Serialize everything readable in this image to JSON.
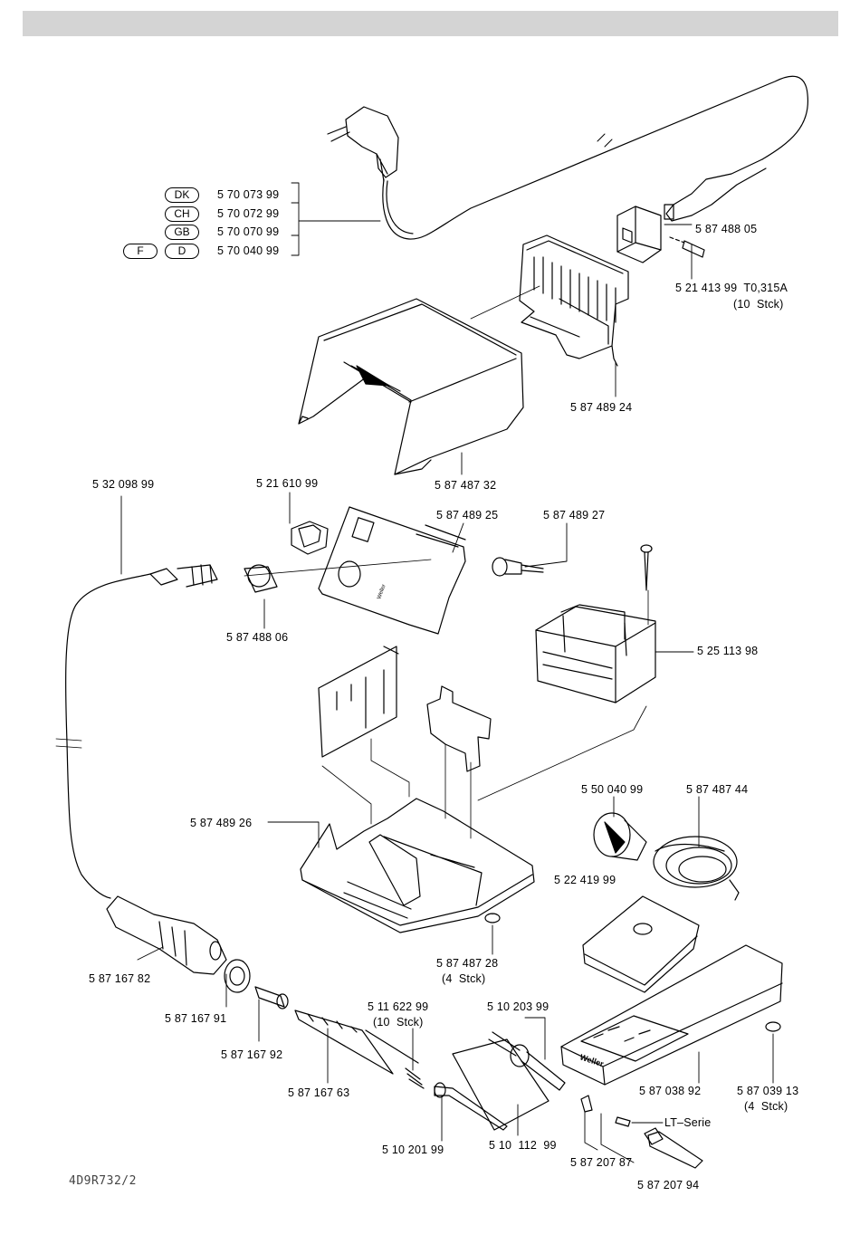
{
  "countries": {
    "dk": "DK",
    "ch": "CH",
    "gb": "GB",
    "f": "F",
    "d": "D"
  },
  "cords": {
    "dk": "5 70 073 99",
    "ch": "5 70 072 99",
    "gb": "5 70 070 99",
    "fd": "5 70 040 99"
  },
  "parts": {
    "socket": "5 87 488 05",
    "fuse": "5 21 413 99  T0,315A",
    "fuse_qty": "(10  Stck)",
    "heatsink": "5 87 489 24",
    "cover": "5 87 487 32",
    "cable": "5 32 098 99",
    "switch": "5 21 610 99",
    "front_panel": "5 87 489 25",
    "pot": "5 87 489 27",
    "socket_connector": "5 87 488 06",
    "transformer": "5 25 113 98",
    "base": "5 87 489 26",
    "sleeve": "5 50 040 99",
    "spiral": "5 87 487 44",
    "sponge": "5 22 419 99",
    "foot": "5 87 487 28",
    "foot_qty": "(4  Stck)",
    "handle": "5 87 167 82",
    "nut": "5 87 167 91",
    "insert": "5 87 167 92",
    "tube_clip": "5 11 622 99",
    "tube_clip_qty": "(10  Stck)",
    "heater": "5 10 203 99",
    "pcb": "5 87 167 63",
    "stand": "5 87 038 92",
    "stand_foot": "5 87 039 13",
    "stand_foot_qty": "(4  Stck)",
    "element": "5 10 201 99",
    "sensor": "5 10  112  99",
    "pin": "5 87 207 87",
    "tip": "5 87 207 94",
    "lt_series": "LT–Serie"
  },
  "brand": "Weller",
  "doc_id": "4D9R732/2"
}
